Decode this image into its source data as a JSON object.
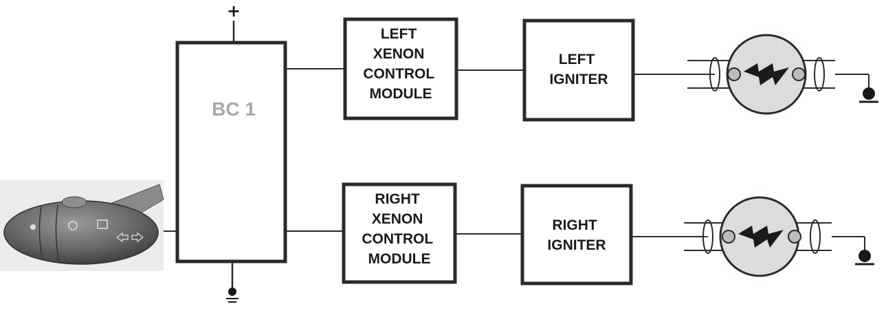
{
  "bc_module": {
    "label": "BC 1"
  },
  "supply": {
    "plus_label": "+"
  },
  "left_channel": {
    "control_module_lines": [
      "LEFT",
      "XENON",
      "CONTROL",
      "MODULE"
    ],
    "igniter_lines": [
      "LEFT",
      "IGNITER"
    ]
  },
  "right_channel": {
    "control_module_lines": [
      "RIGHT",
      "XENON",
      "CONTROL",
      "MODULE"
    ],
    "igniter_lines": [
      "RIGHT",
      "IGNITER"
    ]
  },
  "colors": {
    "stroke": "#2a2a2a",
    "bc_label": "#a9a9a9",
    "lamp_fill": "#dcdcdc",
    "background": "#ffffff"
  },
  "icons": [
    "headlight-stalk-switch-icon",
    "xenon-lamp-icon",
    "ground-symbol-icon",
    "lightning-bolt-icon"
  ]
}
